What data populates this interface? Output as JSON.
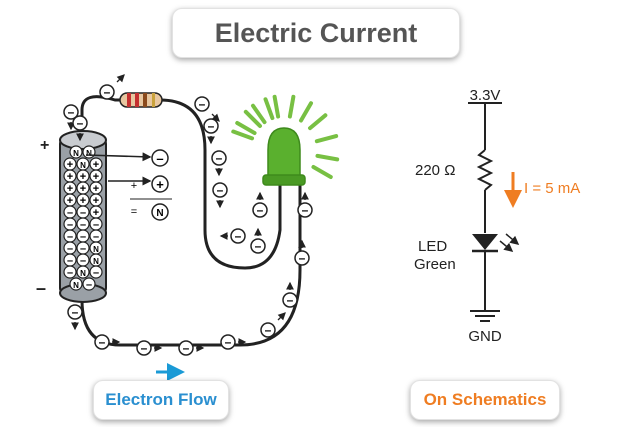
{
  "title": "Electric Current",
  "captions": {
    "electron_flow": "Electron Flow",
    "on_schematics": "On Schematics"
  },
  "battery": {
    "plus": "+",
    "minus": "–",
    "charges": [
      [
        "N",
        "N"
      ],
      [
        "+",
        "N",
        "+"
      ],
      [
        "+",
        "+",
        "+"
      ],
      [
        "+",
        "+",
        "+"
      ],
      [
        "+",
        "+",
        "+"
      ],
      [
        "–",
        "–",
        "+"
      ],
      [
        "–",
        "–",
        "–"
      ],
      [
        "–",
        "–",
        "–"
      ],
      [
        "–",
        "–",
        "N"
      ],
      [
        "–",
        "–",
        "N"
      ],
      [
        "–",
        "N",
        "–"
      ],
      [
        "N",
        "–"
      ]
    ]
  },
  "legend": {
    "electron": "–",
    "proton": "+",
    "proton_sign": "+",
    "neutron_sign": "=",
    "neutron": "N"
  },
  "schematic": {
    "supply": "3.3V",
    "resistor": "220 Ω",
    "current": "I = 5 mA",
    "led_line1": "LED",
    "led_line2": "Green",
    "ground": "GND"
  },
  "colors": {
    "electron_flow_arrow": "#1a9ad6",
    "current_arrow": "#ef7d22",
    "led_green": "#5ab02e",
    "led_glow": "#78c043"
  },
  "electron_symbol": "–"
}
